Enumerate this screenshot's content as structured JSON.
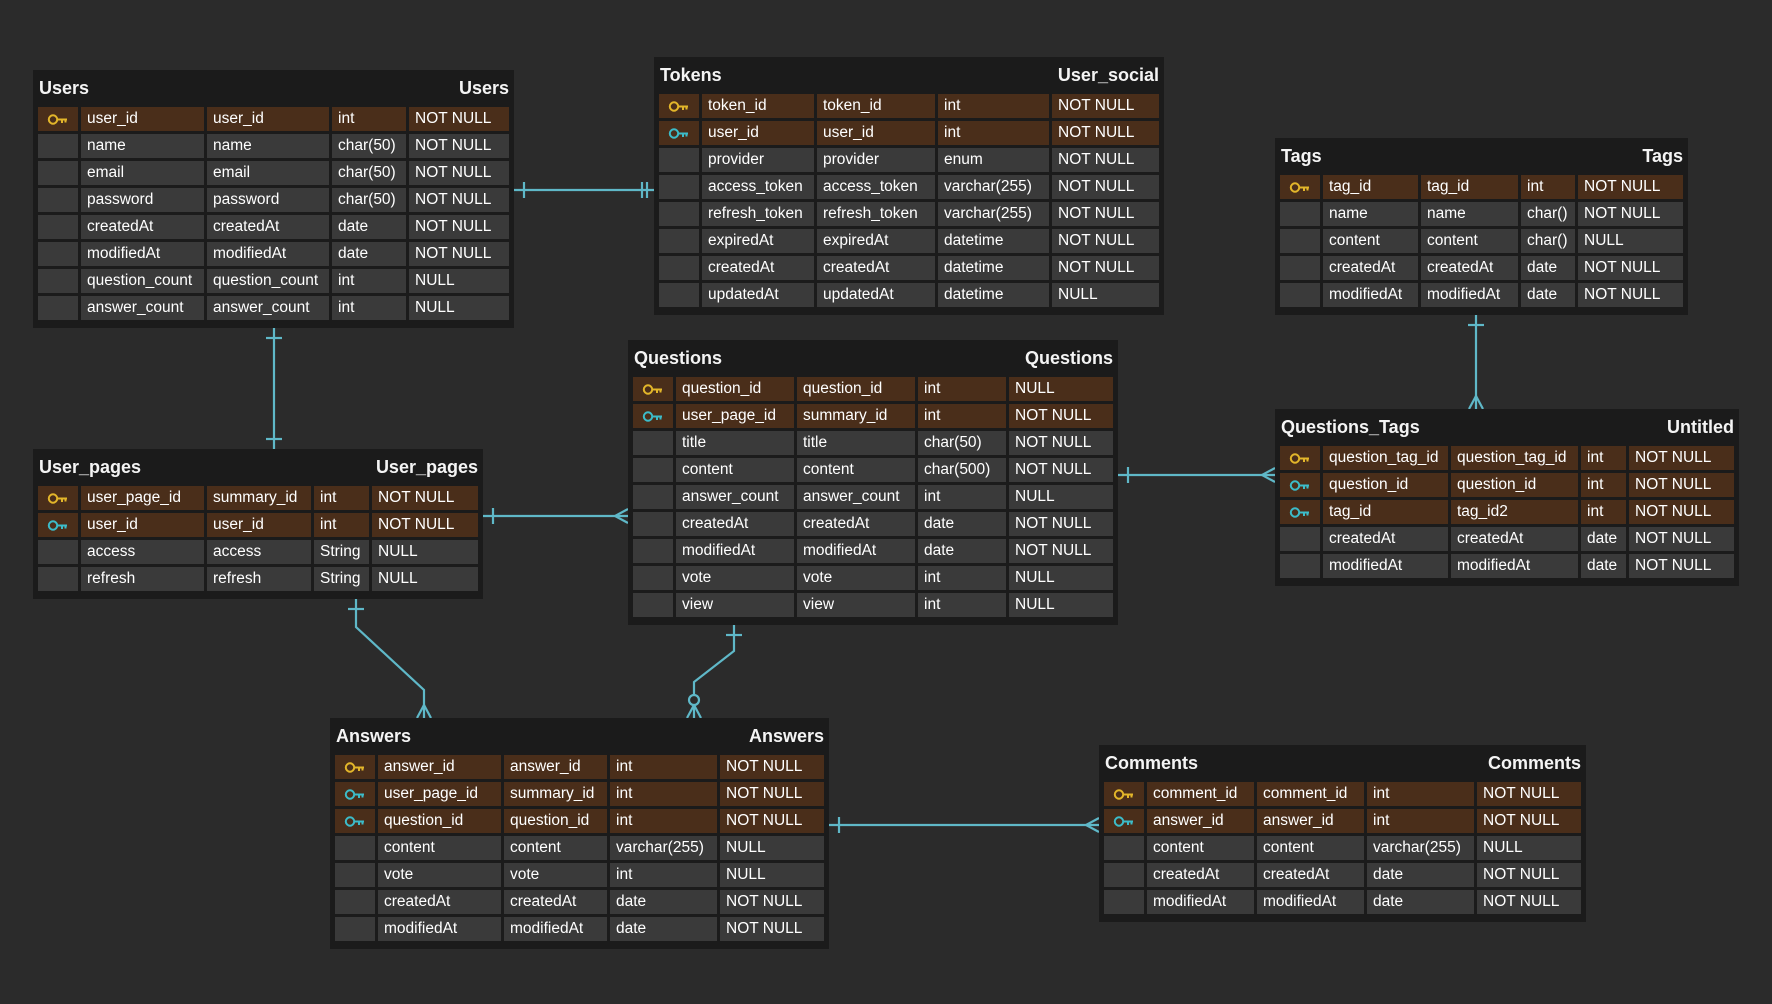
{
  "colors": {
    "background": "#2b2b2b",
    "table": "#1b1b1b",
    "row": "#3a3a3a",
    "key_row": "#4a2e1a",
    "primary_key": "#e3b62a",
    "foreign_key": "#3cbcc9",
    "link": "#5fb8c8"
  },
  "tables": [
    {
      "id": "users",
      "title": "Users",
      "schema_name": "Users",
      "rows": [
        {
          "key": "primary",
          "name": "user_id",
          "alias": "user_id",
          "type": "int",
          "null": "NOT NULL"
        },
        {
          "key": "none",
          "name": "name",
          "alias": "name",
          "type": "char(50)",
          "null": "NOT NULL"
        },
        {
          "key": "none",
          "name": "email",
          "alias": "email",
          "type": "char(50)",
          "null": "NOT NULL"
        },
        {
          "key": "none",
          "name": "password",
          "alias": "password",
          "type": "char(50)",
          "null": "NOT NULL"
        },
        {
          "key": "none",
          "name": "createdAt",
          "alias": "createdAt",
          "type": "date",
          "null": "NOT NULL"
        },
        {
          "key": "none",
          "name": "modifiedAt",
          "alias": "modifiedAt",
          "type": "date",
          "null": "NOT NULL"
        },
        {
          "key": "none",
          "name": "question_count",
          "alias": "question_count",
          "type": "int",
          "null": "NULL"
        },
        {
          "key": "none",
          "name": "answer_count",
          "alias": "answer_count",
          "type": "int",
          "null": "NULL"
        }
      ]
    },
    {
      "id": "tokens",
      "title": "Tokens",
      "schema_name": "User_social",
      "rows": [
        {
          "key": "primary",
          "name": "token_id",
          "alias": "token_id",
          "type": "int",
          "null": "NOT NULL"
        },
        {
          "key": "foreign",
          "name": "user_id",
          "alias": "user_id",
          "type": "int",
          "null": "NOT NULL"
        },
        {
          "key": "none",
          "name": "provider",
          "alias": "provider",
          "type": "enum",
          "null": "NOT NULL"
        },
        {
          "key": "none",
          "name": "access_token",
          "alias": "access_token",
          "type": "varchar(255)",
          "null": "NOT NULL"
        },
        {
          "key": "none",
          "name": "refresh_token",
          "alias": "refresh_token",
          "type": "varchar(255)",
          "null": "NOT NULL"
        },
        {
          "key": "none",
          "name": "expiredAt",
          "alias": "expiredAt",
          "type": "datetime",
          "null": "NOT NULL"
        },
        {
          "key": "none",
          "name": "createdAt",
          "alias": "createdAt",
          "type": "datetime",
          "null": "NOT NULL"
        },
        {
          "key": "none",
          "name": "updatedAt",
          "alias": "updatedAt",
          "type": "datetime",
          "null": "NULL"
        }
      ]
    },
    {
      "id": "tags",
      "title": "Tags",
      "schema_name": "Tags",
      "rows": [
        {
          "key": "primary",
          "name": "tag_id",
          "alias": "tag_id",
          "type": "int",
          "null": "NOT NULL"
        },
        {
          "key": "none",
          "name": "name",
          "alias": "name",
          "type": "char()",
          "null": "NOT NULL"
        },
        {
          "key": "none",
          "name": "content",
          "alias": "content",
          "type": "char()",
          "null": "NULL"
        },
        {
          "key": "none",
          "name": "createdAt",
          "alias": "createdAt",
          "type": "date",
          "null": "NOT NULL"
        },
        {
          "key": "none",
          "name": "modifiedAt",
          "alias": "modifiedAt",
          "type": "date",
          "null": "NOT NULL"
        }
      ]
    },
    {
      "id": "user_pages",
      "title": "User_pages",
      "schema_name": "User_pages",
      "rows": [
        {
          "key": "primary",
          "name": "user_page_id",
          "alias": "summary_id",
          "type": "int",
          "null": "NOT NULL"
        },
        {
          "key": "foreign",
          "name": "user_id",
          "alias": "user_id",
          "type": "int",
          "null": "NOT NULL"
        },
        {
          "key": "none",
          "name": "access",
          "alias": "access",
          "type": "String",
          "null": "NULL"
        },
        {
          "key": "none",
          "name": "refresh",
          "alias": "refresh",
          "type": "String",
          "null": "NULL"
        }
      ]
    },
    {
      "id": "questions",
      "title": "Questions",
      "schema_name": "Questions",
      "rows": [
        {
          "key": "primary",
          "name": "question_id",
          "alias": "question_id",
          "type": "int",
          "null": "NULL"
        },
        {
          "key": "foreign",
          "name": "user_page_id",
          "alias": "summary_id",
          "type": "int",
          "null": "NOT NULL"
        },
        {
          "key": "none",
          "name": "title",
          "alias": "title",
          "type": "char(50)",
          "null": "NOT NULL"
        },
        {
          "key": "none",
          "name": "content",
          "alias": "content",
          "type": "char(500)",
          "null": "NOT NULL"
        },
        {
          "key": "none",
          "name": "answer_count",
          "alias": "answer_count",
          "type": "int",
          "null": "NULL"
        },
        {
          "key": "none",
          "name": "createdAt",
          "alias": "createdAt",
          "type": "date",
          "null": "NOT NULL"
        },
        {
          "key": "none",
          "name": "modifiedAt",
          "alias": "modifiedAt",
          "type": "date",
          "null": "NOT NULL"
        },
        {
          "key": "none",
          "name": "vote",
          "alias": "vote",
          "type": "int",
          "null": "NULL"
        },
        {
          "key": "none",
          "name": "view",
          "alias": "view",
          "type": "int",
          "null": "NULL"
        }
      ]
    },
    {
      "id": "questions_tags",
      "title": "Questions_Tags",
      "schema_name": "Untitled",
      "rows": [
        {
          "key": "primary",
          "name": "question_tag_id",
          "alias": "question_tag_id",
          "type": "int",
          "null": "NOT NULL"
        },
        {
          "key": "foreign",
          "name": "question_id",
          "alias": "question_id",
          "type": "int",
          "null": "NOT NULL"
        },
        {
          "key": "foreign",
          "name": "tag_id",
          "alias": "tag_id2",
          "type": "int",
          "null": "NOT NULL"
        },
        {
          "key": "none",
          "name": "createdAt",
          "alias": "createdAt",
          "type": "date",
          "null": "NOT NULL"
        },
        {
          "key": "none",
          "name": "modifiedAt",
          "alias": "modifiedAt",
          "type": "date",
          "null": "NOT NULL"
        }
      ]
    },
    {
      "id": "answers",
      "title": "Answers",
      "schema_name": "Answers",
      "rows": [
        {
          "key": "primary",
          "name": "answer_id",
          "alias": "answer_id",
          "type": "int",
          "null": "NOT NULL"
        },
        {
          "key": "foreign",
          "name": "user_page_id",
          "alias": "summary_id",
          "type": "int",
          "null": "NOT NULL"
        },
        {
          "key": "foreign",
          "name": "question_id",
          "alias": "question_id",
          "type": "int",
          "null": "NOT NULL"
        },
        {
          "key": "none",
          "name": "content",
          "alias": "content",
          "type": "varchar(255)",
          "null": "NULL"
        },
        {
          "key": "none",
          "name": "vote",
          "alias": "vote",
          "type": "int",
          "null": "NULL"
        },
        {
          "key": "none",
          "name": "createdAt",
          "alias": "createdAt",
          "type": "date",
          "null": "NOT NULL"
        },
        {
          "key": "none",
          "name": "modifiedAt",
          "alias": "modifiedAt",
          "type": "date",
          "null": "NOT NULL"
        }
      ]
    },
    {
      "id": "comments",
      "title": "Comments",
      "schema_name": "Comments",
      "rows": [
        {
          "key": "primary",
          "name": "comment_id",
          "alias": "comment_id",
          "type": "int",
          "null": "NOT NULL"
        },
        {
          "key": "foreign",
          "name": "answer_id",
          "alias": "answer_id",
          "type": "int",
          "null": "NOT NULL"
        },
        {
          "key": "none",
          "name": "content",
          "alias": "content",
          "type": "varchar(255)",
          "null": "NULL"
        },
        {
          "key": "none",
          "name": "createdAt",
          "alias": "createdAt",
          "type": "date",
          "null": "NOT NULL"
        },
        {
          "key": "none",
          "name": "modifiedAt",
          "alias": "modifiedAt",
          "type": "date",
          "null": "NOT NULL"
        }
      ]
    }
  ],
  "relationships": [
    {
      "from": "users",
      "to": "tokens",
      "from_end": "one",
      "to_end": "one-and-only-one"
    },
    {
      "from": "users",
      "to": "user_pages",
      "from_end": "one",
      "to_end": "one"
    },
    {
      "from": "user_pages",
      "to": "questions",
      "from_end": "one",
      "to_end": "many"
    },
    {
      "from": "user_pages",
      "to": "answers",
      "from_end": "one",
      "to_end": "many"
    },
    {
      "from": "questions",
      "to": "answers",
      "from_end": "one",
      "to_end": "zero-or-many"
    },
    {
      "from": "questions",
      "to": "questions_tags",
      "from_end": "one",
      "to_end": "many"
    },
    {
      "from": "tags",
      "to": "questions_tags",
      "from_end": "one",
      "to_end": "many"
    },
    {
      "from": "answers",
      "to": "comments",
      "from_end": "one",
      "to_end": "many"
    }
  ]
}
